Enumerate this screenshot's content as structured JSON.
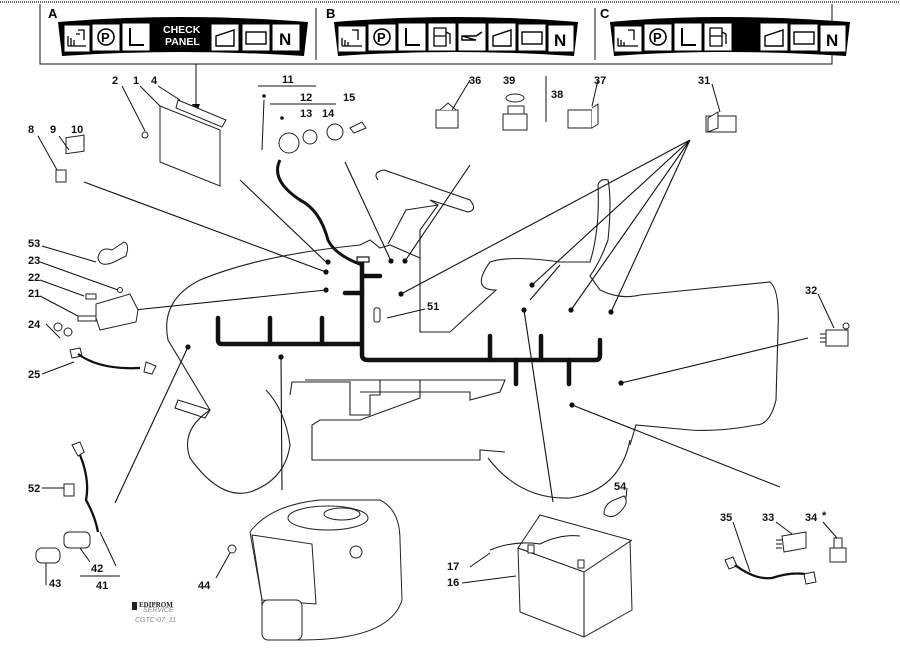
{
  "diagram": {
    "title": "Electrical system exploded view",
    "panels": [
      {
        "id": "A",
        "label": "A",
        "icons": [
          "choke-icon",
          "parking-brake-icon",
          "seat-icon"
        ],
        "center_text": [
          "CHECK",
          "PANEL"
        ],
        "right_icons": [
          "grass-bag-icon",
          "battery-icon",
          "neutral-icon"
        ],
        "neutral_text": "N"
      },
      {
        "id": "B",
        "label": "B",
        "icons": [
          "choke-icon",
          "parking-brake-icon",
          "seat-icon",
          "fuel-icon",
          "oil-icon"
        ],
        "right_icons": [
          "grass-bag-icon",
          "battery-icon",
          "neutral-icon"
        ],
        "neutral_text": "N"
      },
      {
        "id": "C",
        "label": "C",
        "icons": [
          "choke-icon",
          "parking-brake-icon",
          "seat-icon",
          "fuel-icon"
        ],
        "right_icons": [
          "grass-bag-icon",
          "battery-icon",
          "neutral-icon"
        ],
        "neutral_text": "N"
      }
    ],
    "part_labels": {
      "p1": "1",
      "p2": "2",
      "p4": "4",
      "p8": "8",
      "p9": "9",
      "p10": "10",
      "p11": "11",
      "p12": "12",
      "p13": "13",
      "p14": "14",
      "p15": "15",
      "p16": "16",
      "p17": "17",
      "p21": "21",
      "p22": "22",
      "p23": "23",
      "p24": "24",
      "p25": "25",
      "p31": "31",
      "p32": "32",
      "p33": "33",
      "p34": "34",
      "p34_note": "*",
      "p35": "35",
      "p36": "36",
      "p37": "37",
      "p38": "38",
      "p39": "39",
      "p41": "41",
      "p42": "42",
      "p43": "43",
      "p44": "44",
      "p51": "51",
      "p52": "52",
      "p53": "53",
      "p54": "54"
    },
    "footer": {
      "logo": "EDIPROM",
      "logo_sub": "SERVICE",
      "code": "CGTC-07_11"
    }
  }
}
